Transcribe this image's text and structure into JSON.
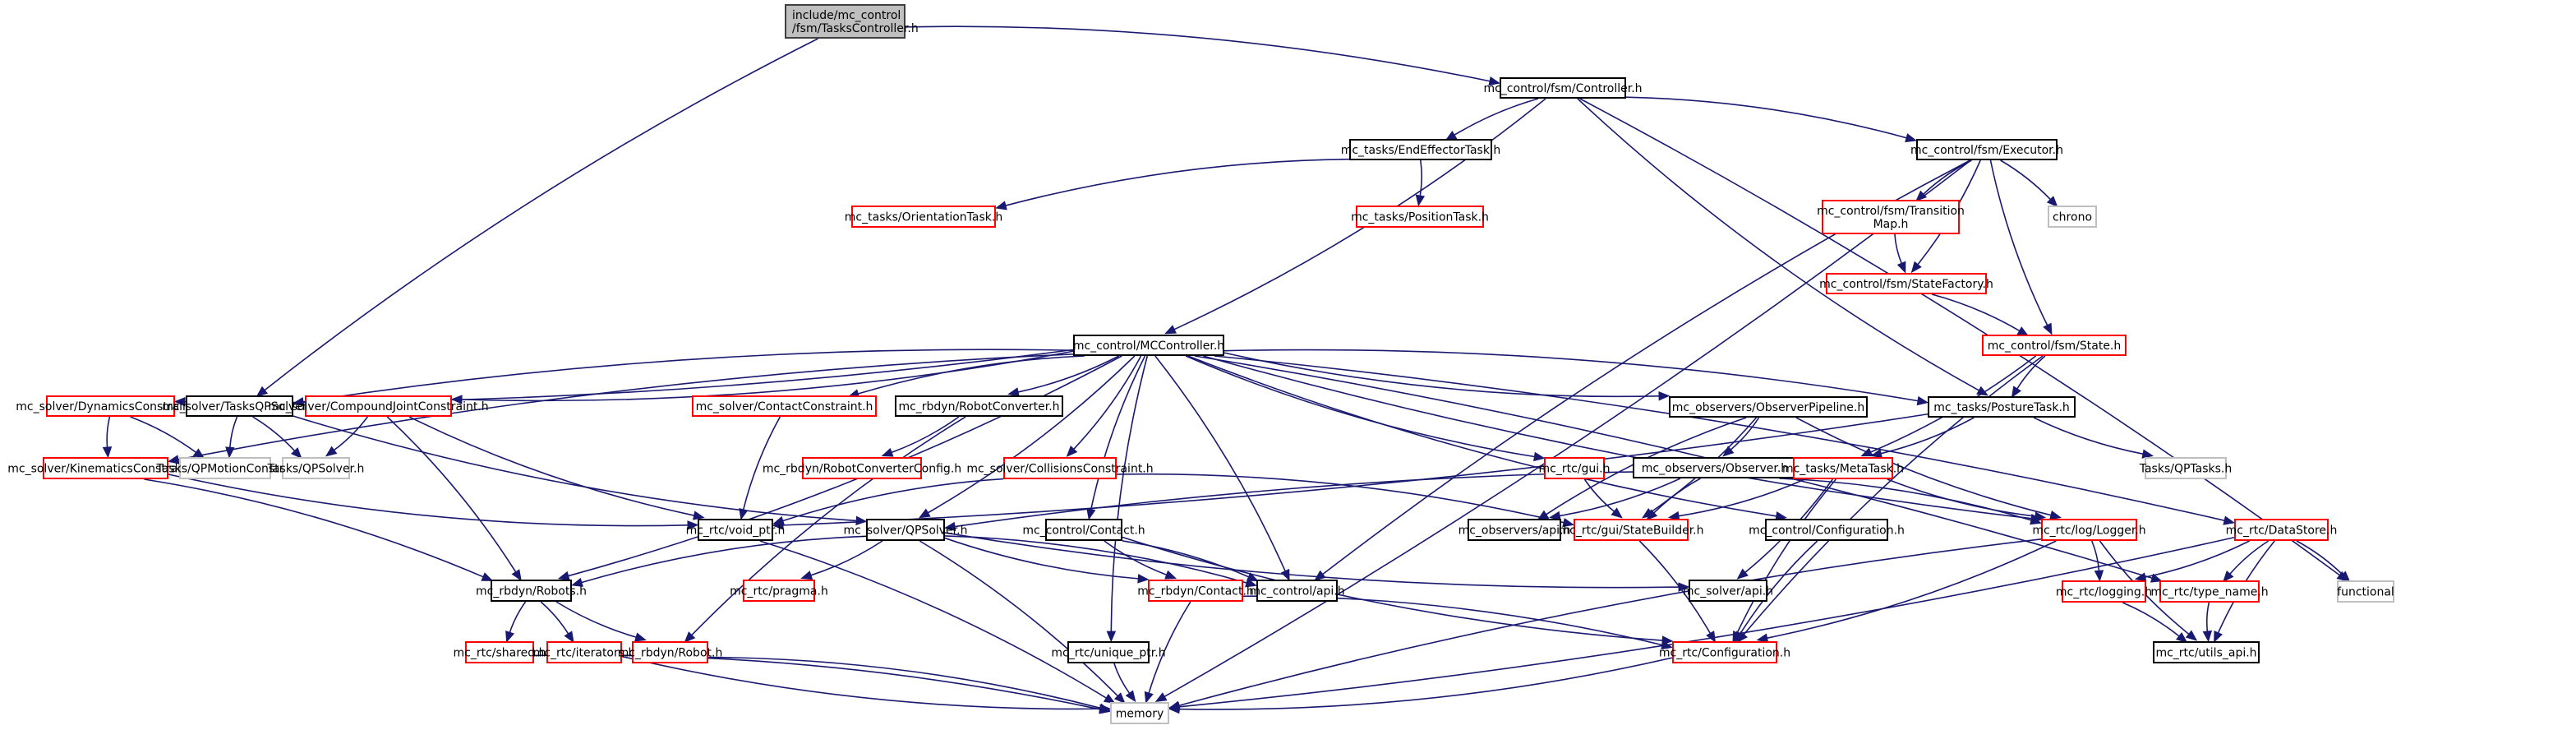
{
  "graph": {
    "title": "Include dependency graph for TasksController.h",
    "colors": {
      "edge": "#191970",
      "root_fill": "#bfbfbf",
      "root_border": "#404040",
      "documented_border": "#000000",
      "incomplete_border": "#ff0000",
      "external_border": "#bfbfbf",
      "node_fill": "#ffffff"
    },
    "nodes": [
      {
        "id": "root",
        "label": [
          "include/mc_control",
          "/fsm/TasksController.h"
        ],
        "kind": "root"
      },
      {
        "id": "fsm_controller",
        "label": [
          "mc_control/fsm/Controller.h"
        ],
        "kind": "documented"
      },
      {
        "id": "endeffector",
        "label": [
          "mc_tasks/EndEffectorTask.h"
        ],
        "kind": "documented"
      },
      {
        "id": "executor",
        "label": [
          "mc_control/fsm/Executor.h"
        ],
        "kind": "documented"
      },
      {
        "id": "orientation",
        "label": [
          "mc_tasks/OrientationTask.h"
        ],
        "kind": "incomplete"
      },
      {
        "id": "position",
        "label": [
          "mc_tasks/PositionTask.h"
        ],
        "kind": "incomplete"
      },
      {
        "id": "transition",
        "label": [
          "mc_control/fsm/Transition",
          "Map.h"
        ],
        "kind": "incomplete"
      },
      {
        "id": "chrono",
        "label": [
          "chrono"
        ],
        "kind": "external"
      },
      {
        "id": "statefactory",
        "label": [
          "mc_control/fsm/StateFactory.h"
        ],
        "kind": "incomplete"
      },
      {
        "id": "state",
        "label": [
          "mc_control/fsm/State.h"
        ],
        "kind": "incomplete"
      },
      {
        "id": "mccontroller",
        "label": [
          "mc_control/MCController.h"
        ],
        "kind": "documented"
      },
      {
        "id": "dynamics",
        "label": [
          "mc_solver/DynamicsConstraint.h"
        ],
        "kind": "incomplete"
      },
      {
        "id": "tasksqpsolver",
        "label": [
          "mc_solver/TasksQPSolver.h"
        ],
        "kind": "documented"
      },
      {
        "id": "compoundjoint",
        "label": [
          "mc_solver/CompoundJointConstraint.h"
        ],
        "kind": "incomplete"
      },
      {
        "id": "contactconstraint",
        "label": [
          "mc_solver/ContactConstraint.h"
        ],
        "kind": "incomplete"
      },
      {
        "id": "robotconverter",
        "label": [
          "mc_rbdyn/RobotConverter.h"
        ],
        "kind": "documented"
      },
      {
        "id": "observerpipeline",
        "label": [
          "mc_observers/ObserverPipeline.h"
        ],
        "kind": "documented"
      },
      {
        "id": "posturetask",
        "label": [
          "mc_tasks/PostureTask.h"
        ],
        "kind": "documented"
      },
      {
        "id": "kinematics",
        "label": [
          "mc_solver/KinematicsConstraint.h"
        ],
        "kind": "incomplete"
      },
      {
        "id": "qpmotionconstr",
        "label": [
          "Tasks/QPMotionConstr.h"
        ],
        "kind": "external"
      },
      {
        "id": "tasksqpsolver_ext",
        "label": [
          "Tasks/QPSolver.h"
        ],
        "kind": "external"
      },
      {
        "id": "robotconverterconfig",
        "label": [
          "mc_rbdyn/RobotConverterConfig.h"
        ],
        "kind": "incomplete"
      },
      {
        "id": "collisions",
        "label": [
          "mc_solver/CollisionsConstraint.h"
        ],
        "kind": "incomplete"
      },
      {
        "id": "gui",
        "label": [
          "mc_rtc/gui.h"
        ],
        "kind": "incomplete"
      },
      {
        "id": "observer",
        "label": [
          "mc_observers/Observer.h"
        ],
        "kind": "documented"
      },
      {
        "id": "metatask",
        "label": [
          "mc_tasks/MetaTask.h"
        ],
        "kind": "incomplete"
      },
      {
        "id": "qptasks",
        "label": [
          "Tasks/QPTasks.h"
        ],
        "kind": "external"
      },
      {
        "id": "voidptr",
        "label": [
          "mc_rtc/void_ptr.h"
        ],
        "kind": "documented"
      },
      {
        "id": "qpsolver",
        "label": [
          "mc_solver/QPSolver.h"
        ],
        "kind": "documented"
      },
      {
        "id": "contact",
        "label": [
          "mc_control/Contact.h"
        ],
        "kind": "documented"
      },
      {
        "id": "observersapi",
        "label": [
          "mc_observers/api.h"
        ],
        "kind": "documented"
      },
      {
        "id": "statebuilder",
        "label": [
          "mc_rtc/gui/StateBuilder.h"
        ],
        "kind": "incomplete"
      },
      {
        "id": "configuration_ctl",
        "label": [
          "mc_control/Configuration.h"
        ],
        "kind": "documented"
      },
      {
        "id": "logger",
        "label": [
          "mc_rtc/log/Logger.h"
        ],
        "kind": "incomplete"
      },
      {
        "id": "datastore",
        "label": [
          "mc_rtc/DataStore.h"
        ],
        "kind": "incomplete"
      },
      {
        "id": "robots",
        "label": [
          "mc_rbdyn/Robots.h"
        ],
        "kind": "documented"
      },
      {
        "id": "pragma",
        "label": [
          "mc_rtc/pragma.h"
        ],
        "kind": "incomplete"
      },
      {
        "id": "rbdyncontact",
        "label": [
          "mc_rbdyn/Contact.h"
        ],
        "kind": "incomplete"
      },
      {
        "id": "controlapi",
        "label": [
          "mc_control/api.h"
        ],
        "kind": "documented"
      },
      {
        "id": "solverapi",
        "label": [
          "mc_solver/api.h"
        ],
        "kind": "documented"
      },
      {
        "id": "logging",
        "label": [
          "mc_rtc/logging.h"
        ],
        "kind": "incomplete"
      },
      {
        "id": "typename",
        "label": [
          "mc_rtc/type_name.h"
        ],
        "kind": "incomplete"
      },
      {
        "id": "functional",
        "label": [
          "functional"
        ],
        "kind": "external"
      },
      {
        "id": "shared",
        "label": [
          "mc_rtc/shared.h"
        ],
        "kind": "incomplete"
      },
      {
        "id": "iterators",
        "label": [
          "mc_rtc/iterators.h"
        ],
        "kind": "incomplete"
      },
      {
        "id": "robot",
        "label": [
          "mc_rbdyn/Robot.h"
        ],
        "kind": "incomplete"
      },
      {
        "id": "uniqueptr",
        "label": [
          "mc_rtc/unique_ptr.h"
        ],
        "kind": "documented"
      },
      {
        "id": "configuration",
        "label": [
          "mc_rtc/Configuration.h"
        ],
        "kind": "incomplete"
      },
      {
        "id": "utilsapi",
        "label": [
          "mc_rtc/utils_api.h"
        ],
        "kind": "documented"
      },
      {
        "id": "memory",
        "label": [
          "memory"
        ],
        "kind": "external"
      }
    ],
    "edges": [
      [
        "root",
        "fsm_controller"
      ],
      [
        "root",
        "tasksqpsolver"
      ],
      [
        "fsm_controller",
        "mccontroller"
      ],
      [
        "fsm_controller",
        "endeffector"
      ],
      [
        "fsm_controller",
        "executor"
      ],
      [
        "fsm_controller",
        "posturetask"
      ],
      [
        "fsm_controller",
        "functional"
      ],
      [
        "endeffector",
        "orientation"
      ],
      [
        "endeffector",
        "position"
      ],
      [
        "executor",
        "transition"
      ],
      [
        "executor",
        "statefactory"
      ],
      [
        "executor",
        "state"
      ],
      [
        "executor",
        "chrono"
      ],
      [
        "executor",
        "controlapi"
      ],
      [
        "executor",
        "memory"
      ],
      [
        "transition",
        "statefactory"
      ],
      [
        "statefactory",
        "state"
      ],
      [
        "state",
        "posturetask"
      ],
      [
        "state",
        "metatask"
      ],
      [
        "state",
        "configuration"
      ],
      [
        "mccontroller",
        "dynamics"
      ],
      [
        "mccontroller",
        "tasksqpsolver"
      ],
      [
        "mccontroller",
        "compoundjoint"
      ],
      [
        "mccontroller",
        "contactconstraint"
      ],
      [
        "mccontroller",
        "robotconverter"
      ],
      [
        "mccontroller",
        "observerpipeline"
      ],
      [
        "mccontroller",
        "posturetask"
      ],
      [
        "mccontroller",
        "kinematics"
      ],
      [
        "mccontroller",
        "collisions"
      ],
      [
        "mccontroller",
        "gui"
      ],
      [
        "mccontroller",
        "qpsolver"
      ],
      [
        "mccontroller",
        "contact"
      ],
      [
        "mccontroller",
        "controlapi"
      ],
      [
        "mccontroller",
        "uniqueptr"
      ],
      [
        "mccontroller",
        "robots"
      ],
      [
        "mccontroller",
        "logger"
      ],
      [
        "mccontroller",
        "datastore"
      ],
      [
        "mccontroller",
        "configuration_ctl"
      ],
      [
        "mccontroller",
        "typename"
      ],
      [
        "dynamics",
        "kinematics"
      ],
      [
        "dynamics",
        "qpmotionconstr"
      ],
      [
        "tasksqpsolver",
        "qpmotionconstr"
      ],
      [
        "tasksqpsolver",
        "tasksqpsolver_ext"
      ],
      [
        "tasksqpsolver",
        "qpsolver"
      ],
      [
        "compoundjoint",
        "tasksqpsolver_ext"
      ],
      [
        "compoundjoint",
        "voidptr"
      ],
      [
        "compoundjoint",
        "robots"
      ],
      [
        "contactconstraint",
        "voidptr"
      ],
      [
        "robotconverter",
        "robotconverterconfig"
      ],
      [
        "robotconverter",
        "robot"
      ],
      [
        "observerpipeline",
        "observer"
      ],
      [
        "observerpipeline",
        "observersapi"
      ],
      [
        "observerpipeline",
        "statebuilder"
      ],
      [
        "observerpipeline",
        "logger"
      ],
      [
        "posturetask",
        "metatask"
      ],
      [
        "posturetask",
        "qptasks"
      ],
      [
        "posturetask",
        "voidptr"
      ],
      [
        "kinematics",
        "voidptr"
      ],
      [
        "kinematics",
        "robots"
      ],
      [
        "collisions",
        "voidptr"
      ],
      [
        "collisions",
        "statebuilder"
      ],
      [
        "gui",
        "statebuilder"
      ],
      [
        "observer",
        "observersapi"
      ],
      [
        "observer",
        "statebuilder"
      ],
      [
        "observer",
        "logger"
      ],
      [
        "metatask",
        "qpsolver"
      ],
      [
        "metatask",
        "statebuilder"
      ],
      [
        "metatask",
        "logger"
      ],
      [
        "metatask",
        "solverapi"
      ],
      [
        "metatask",
        "configuration"
      ],
      [
        "voidptr",
        "memory"
      ],
      [
        "qpsolver",
        "robots"
      ],
      [
        "qpsolver",
        "pragma"
      ],
      [
        "qpsolver",
        "rbdyncontact"
      ],
      [
        "qpsolver",
        "controlapi"
      ],
      [
        "qpsolver",
        "solverapi"
      ],
      [
        "qpsolver",
        "memory"
      ],
      [
        "contact",
        "rbdyncontact"
      ],
      [
        "contact",
        "controlapi"
      ],
      [
        "contact",
        "configuration"
      ],
      [
        "statebuilder",
        "configuration"
      ],
      [
        "configuration_ctl",
        "configuration"
      ],
      [
        "logger",
        "logging"
      ],
      [
        "logger",
        "utilsapi"
      ],
      [
        "logger",
        "configuration"
      ],
      [
        "logger",
        "memory"
      ],
      [
        "datastore",
        "logging"
      ],
      [
        "datastore",
        "typename"
      ],
      [
        "datastore",
        "functional"
      ],
      [
        "datastore",
        "utilsapi"
      ],
      [
        "datastore",
        "memory"
      ],
      [
        "robots",
        "shared"
      ],
      [
        "robots",
        "iterators"
      ],
      [
        "robots",
        "robot"
      ],
      [
        "rbdyncontact",
        "configuration"
      ],
      [
        "rbdyncontact",
        "memory"
      ],
      [
        "logging",
        "utilsapi"
      ],
      [
        "typename",
        "utilsapi"
      ],
      [
        "shared",
        "memory"
      ],
      [
        "iterators",
        "memory"
      ],
      [
        "robot",
        "memory"
      ],
      [
        "uniqueptr",
        "memory"
      ],
      [
        "configuration",
        "memory"
      ]
    ]
  }
}
